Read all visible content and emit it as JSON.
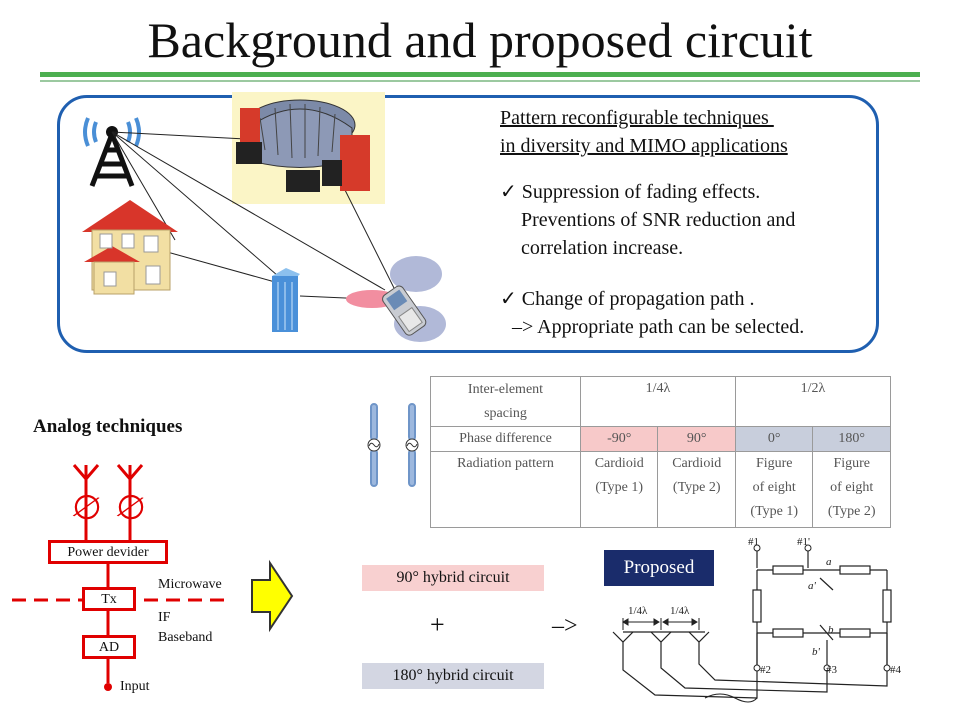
{
  "title": "Background and proposed circuit",
  "panel": {
    "heading_line1": "Pattern reconfigurable techniques ",
    "heading_line2": "in diversity and MIMO applications",
    "check": "✓",
    "bullet1_line1": "Suppression of fading effects.",
    "bullet1_line2": "Preventions of SNR reduction and",
    "bullet1_line3": "correlation increase.",
    "bullet2_line1": "Change of propagation path .",
    "bullet2_line2": "–> Appropriate path can be selected."
  },
  "analog": {
    "heading": "Analog techniques",
    "power_divider": "Power devider",
    "tx": "Tx",
    "ad": "AD",
    "input": "Input",
    "microwave": "Microwave",
    "if": "IF",
    "baseband": "Baseband",
    "phase_symbol": "∅"
  },
  "table": {
    "header_col": [
      "Inter-element",
      "spacing"
    ],
    "spacing_quarter": "1/4λ",
    "spacing_half": "1/2λ",
    "phase_label": "Phase difference",
    "phases": [
      "-90°",
      "90°",
      "0°",
      "180°"
    ],
    "pattern_label": "Radiation pattern",
    "patterns": [
      [
        "Cardioid",
        "(Type 1)"
      ],
      [
        "Cardioid",
        "(Type 2)"
      ],
      [
        "Figure",
        "of eight",
        "(Type 1)"
      ],
      [
        "Figure",
        "of eight",
        "(Type 2)"
      ]
    ]
  },
  "proposed": {
    "badge": "Proposed",
    "hybrid90": "90° hybrid  circuit",
    "hybrid180": "180° hybrid  circuit",
    "plus": "+",
    "arrow": "–>",
    "spacing1": "1/4λ",
    "spacing2": "1/4λ",
    "ports": [
      "#1",
      "#1'",
      "#2",
      "#3",
      "#4"
    ],
    "nodes": [
      "a",
      "a'",
      "b",
      "b'"
    ]
  },
  "colors": {
    "accent_green": "#4caf50",
    "panel_border": "#1f5fb0",
    "circuit_red": "#e00000",
    "badge_navy": "#1a2c6b",
    "pink_cell": "#f7c9c9",
    "blue_cell": "#c8cedc"
  }
}
